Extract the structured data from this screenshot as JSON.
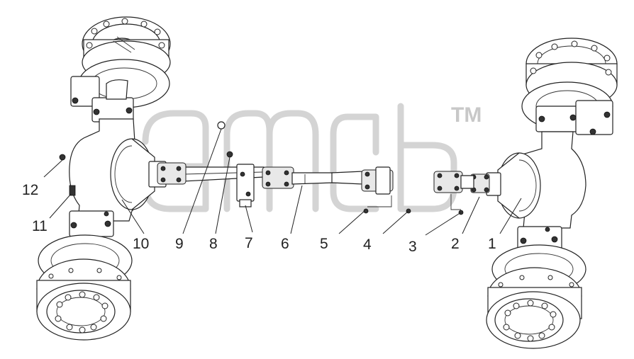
{
  "watermark": {
    "mark": "TM"
  },
  "callouts": [
    "1",
    "2",
    "3",
    "4",
    "5",
    "6",
    "7",
    "8",
    "9",
    "10",
    "11",
    "12"
  ]
}
